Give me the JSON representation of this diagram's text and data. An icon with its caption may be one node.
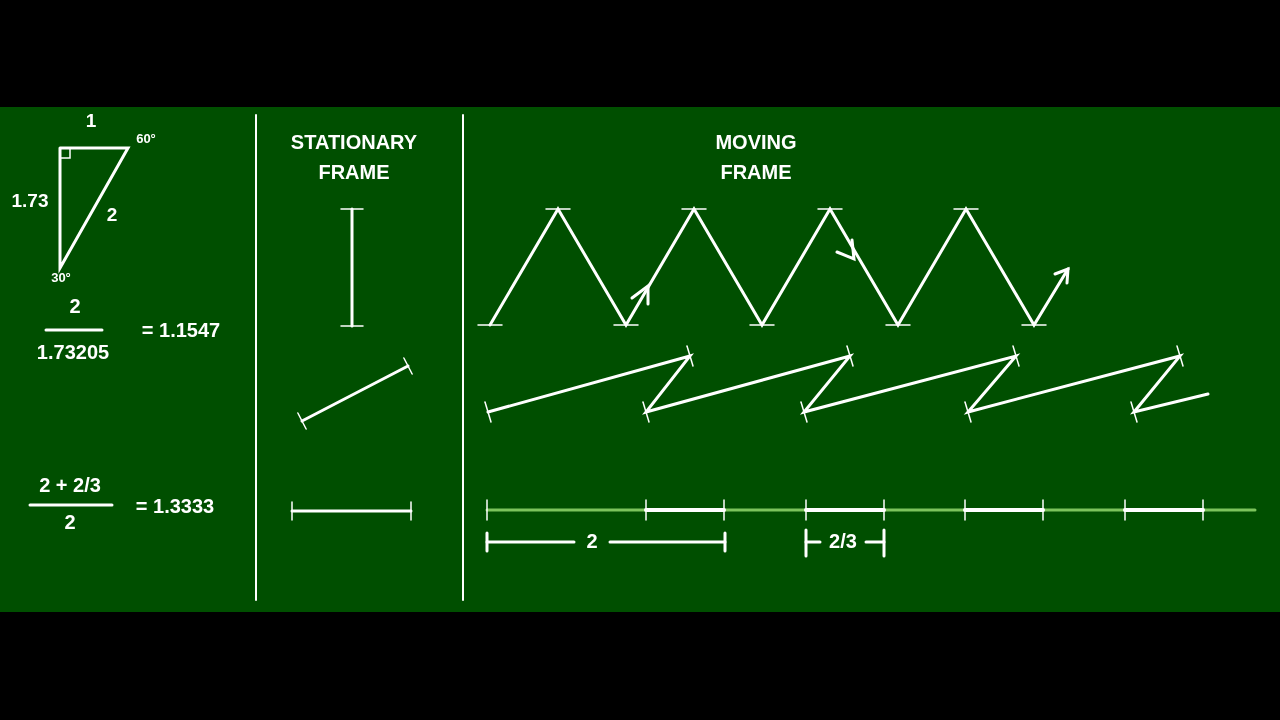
{
  "diagram": {
    "labels": [
      "1",
      "60°",
      "1.73",
      "2",
      "30°",
      "2",
      "1.73205",
      "= 1.1547",
      "STATIONARY FRAME",
      "MOVING FRAME",
      "2 + 2/3",
      "2",
      "= 1.3333",
      "2",
      "2/3"
    ]
  }
}
